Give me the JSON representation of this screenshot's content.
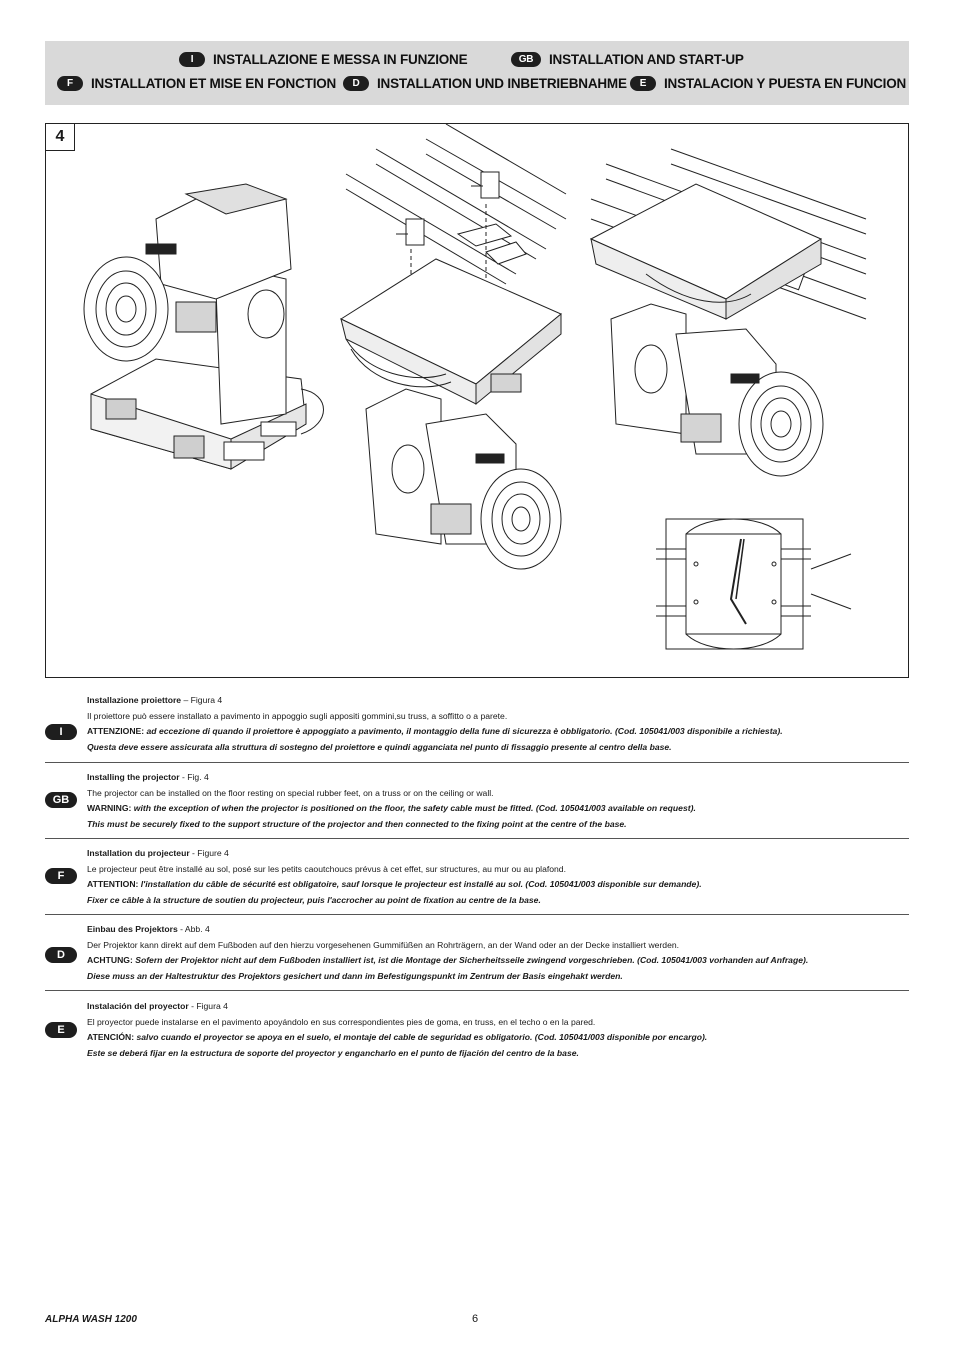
{
  "header": {
    "row1": [
      {
        "code": "I",
        "title": "INSTALLAZIONE E MESSA IN FUNZIONE"
      },
      {
        "code": "GB",
        "title": "INSTALLATION AND START-UP"
      }
    ],
    "row2": [
      {
        "code": "F",
        "title": "INSTALLATION ET MISE EN FONCTION"
      },
      {
        "code": "D",
        "title": "INSTALLATION UND INBETRIEBNAHME"
      },
      {
        "code": "E",
        "title": "INSTALACION Y PUESTA EN FUNCION"
      }
    ]
  },
  "figure": {
    "number": "4"
  },
  "sections": [
    {
      "code": "I",
      "title": "Installazione proiettore",
      "title_ref": " – Figura 4",
      "text": "Il proiettore può essere installato a pavimento in appoggio sugli appositi gommini,su truss, a soffitto o a parete.",
      "warn_label": "ATTENZIONE:",
      "warn_text": " ad eccezione di quando il proiettore è appoggiato a pavimento, il montaggio della fune di sicurezza è obbligatorio. (Cod. 105041/003 disponibile a richiesta).",
      "warn_text2": "Questa deve essere assicurata alla struttura di sostegno del proiettore e quindi agganciata nel punto di fissaggio presente al centro della base."
    },
    {
      "code": "GB",
      "title": "Installing the projector",
      "title_ref": " - Fig. 4",
      "text": "The projector can be installed on the floor resting on special rubber feet, on a truss or on the ceiling or wall.",
      "warn_label": "WARNING:",
      "warn_text": " with the exception of when the projector is positioned on the floor, the safety cable must be fitted. (Cod. 105041/003 available on request).",
      "warn_text2": "This must be securely fixed to the support structure of the projector and then connected to the fixing point at the centre of the base."
    },
    {
      "code": "F",
      "title": "Installation du projecteur",
      "title_ref": " - Figure 4",
      "text": "Le projecteur peut être installé au sol, posé sur les petits caoutchoucs prévus à cet effet, sur structures, au mur ou au plafond.",
      "warn_label": "ATTENTION:",
      "warn_text": " l'installation du câble de sécurité est obligatoire, sauf lorsque le projecteur est installé au sol. (Cod. 105041/003 disponible sur demande).",
      "warn_text2": "Fixer ce câble à la structure de soutien du projecteur, puis l'accrocher au point de fixation au centre de la base."
    },
    {
      "code": "D",
      "title": "Einbau des Projektors",
      "title_ref": " - Abb. 4",
      "text": "Der Projektor kann direkt auf dem Fußboden auf den hierzu vorgesehenen Gummifüßen an Rohrträgern, an der Wand oder an der Decke installiert werden.",
      "warn_label": "ACHTUNG:",
      "warn_text": " Sofern der Projektor nicht auf dem Fußboden installiert ist, ist die Montage der Sicherheitsseile zwingend vorgeschrieben. (Cod. 105041/003 vorhanden auf Anfrage).",
      "warn_text2": "Diese muss an der Haltestruktur des Projektors gesichert und dann im Befestigungspunkt im Zentrum der Basis eingehakt werden."
    },
    {
      "code": "E",
      "title": "Instalación del proyector",
      "title_ref": " - Figura 4",
      "text": "El proyector puede instalarse en el pavimento apoyándolo en sus correspondientes pies de goma, en truss, en el techo o en la pared.",
      "warn_label": "ATENCIÓN:",
      "warn_text": " salvo cuando el proyector se apoya en el suelo, el montaje del cable de seguridad es obligatorio. (Cod. 105041/003 disponible por encargo).",
      "warn_text2": "Este se deberá fijar en la estructura de soporte del proyector y engancharlo en el punto de fijación del centro de la base."
    }
  ],
  "footer": {
    "product": "ALPHA WASH 1200",
    "page": "6"
  }
}
